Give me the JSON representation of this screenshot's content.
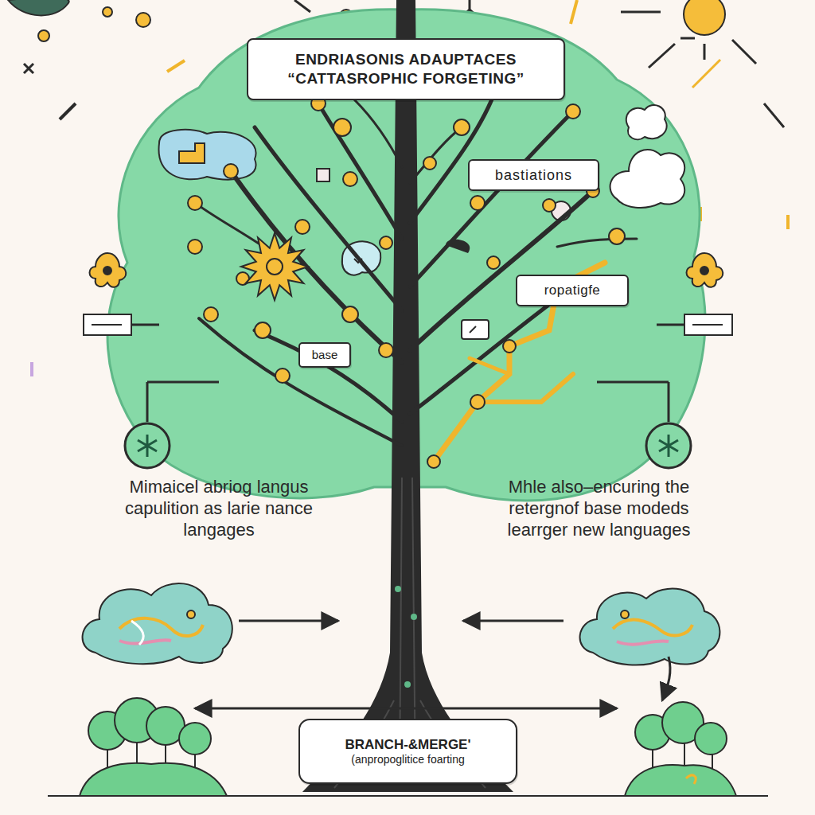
{
  "diagram": {
    "nodes": [
      {
        "text": [
          "ENDRIASONIS ADAUPTACES",
          "“CATTASROPHIC FORGETING”"
        ]
      },
      {
        "text": [
          "bastiations"
        ]
      },
      {
        "text": [
          "ropatigfe"
        ]
      },
      {
        "text": [
          "base"
        ]
      },
      {
        "text": [
          "BRANCH-&MERGE'",
          "(anpropoglitice foarting"
        ]
      }
    ],
    "labels": [
      "Mimaicel abriog langus capulition as larie nance langages",
      "Mhle also–encuring the retergnof base modeds learrger new languages"
    ]
  }
}
